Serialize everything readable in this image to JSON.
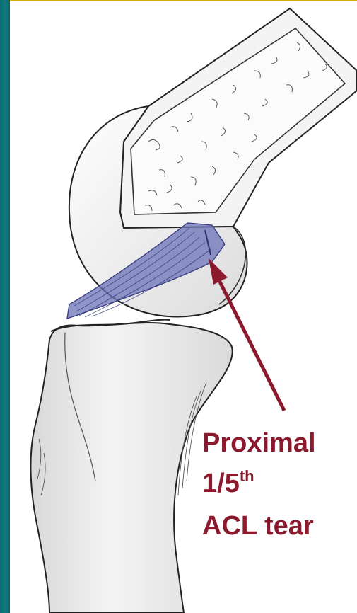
{
  "annotation": {
    "line1": "Proximal",
    "line2_main": "1/5",
    "line2_sup": "th",
    "line3": "ACL tear",
    "color": "#8b1a2e"
  },
  "colors": {
    "ligament": "#6b72b8",
    "bone_fill": "#eeeeee",
    "frame": "#0b6d76",
    "border_top": "#c8b400"
  }
}
